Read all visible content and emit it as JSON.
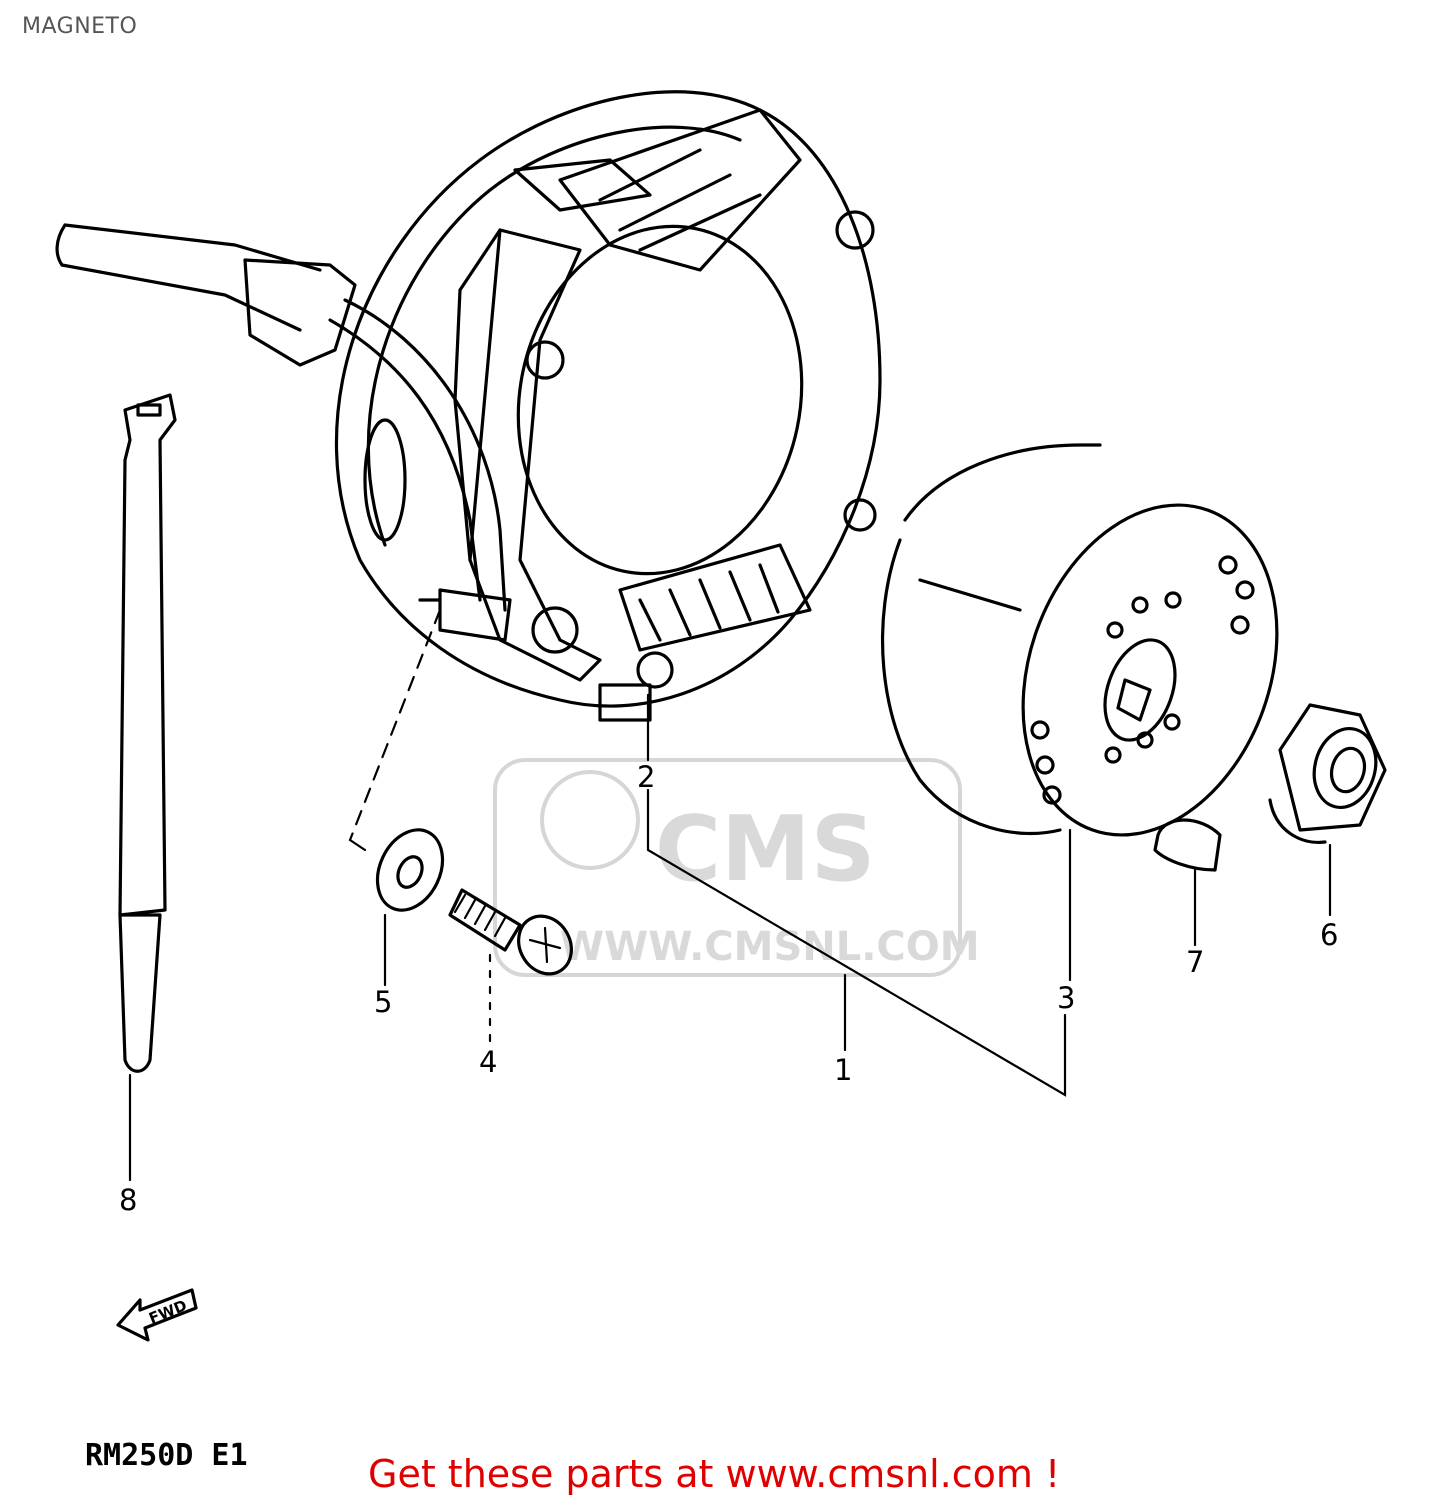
{
  "title": "MAGNETO",
  "watermark": {
    "brand": "CMS",
    "url": "WWW.CMSNL.COM"
  },
  "callouts": [
    "1",
    "2",
    "3",
    "4",
    "5",
    "6",
    "7",
    "8"
  ],
  "model_code": "RM250D  E1",
  "fwd_label": "FWD",
  "footer": {
    "text": "Get these parts at www.cmsnl.com !",
    "color": "#e00000"
  }
}
